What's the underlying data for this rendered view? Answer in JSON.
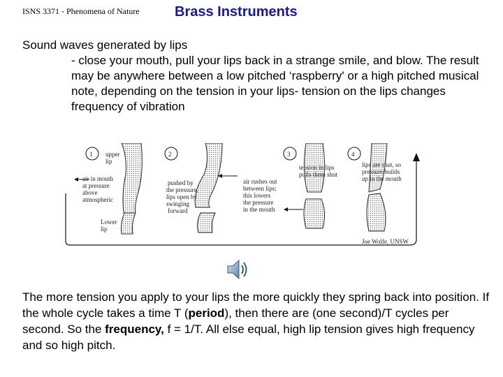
{
  "header": {
    "course": "ISNS 3371 - Phenomena of Nature",
    "title": "Brass Instruments"
  },
  "intro": {
    "lead": "Sound waves generated by lips",
    "detail": "- close your mouth, pull your lips back in a strange smile, and blow. The result may be anywhere between a low pitched ‘raspberry' or a high pitched musical note, depending on the tension in your lips- tension on the lips changes frequency of vibration"
  },
  "figure": {
    "steps": [
      "1",
      "2",
      "3",
      "4"
    ],
    "labels": {
      "upper_lip_1": "upper",
      "upper_lip_2": "lip",
      "air_1": "air in mouth",
      "air_2": "at pressure",
      "air_3": "above",
      "air_4": "atmospheric",
      "lower_lip_1": "Lower",
      "lower_lip_2": "lip",
      "pushed_1": "pushed by",
      "pushed_2": "the pressure,",
      "pushed_3": "lips open by",
      "pushed_4": "swinging",
      "pushed_5": "forward",
      "rush_1": "air rushes out",
      "rush_2": "between lips;",
      "rush_3": "this lowers",
      "rush_4": "the pressure",
      "rush_5": "in the mouth",
      "tension_1": "tension in lips",
      "tension_2": "pulls them shut",
      "shut_1": "lips are shut, so",
      "shut_2": "pressure builds",
      "shut_3": "up in the mouth",
      "credit": "Joe Wolfe, UNSW"
    }
  },
  "speaker_icon": "speaker-sound-icon",
  "outro": {
    "t1": "The more tension you apply to your lips the more quickly they spring back into position. If the whole cycle takes a time T (",
    "period": "period",
    "t2": "), then there are (one second)/T cycles per second. So the ",
    "frequency": "frequency,",
    "t3": " f = 1/T. All else equal, high lip tension gives high frequency and so high pitch."
  }
}
